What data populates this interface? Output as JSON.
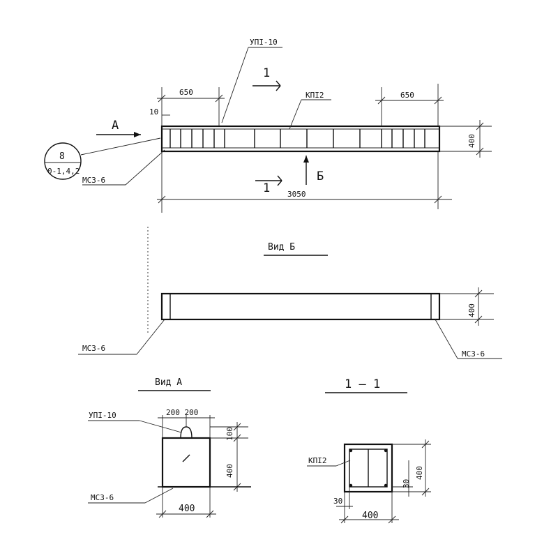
{
  "elevation": {
    "label_upi": "УПI-10",
    "label_kp": "КПI2",
    "label_mc": "МСЗ-6",
    "dim_left": "650",
    "dim_right": "650",
    "dim_total": "3050",
    "dim_height": "400",
    "dim_small": "10",
    "section_mark": "1",
    "view_a_arrow": "А",
    "view_b_arrow": "Б",
    "callout_top": "8",
    "callout_bottom": "0-1,4,2"
  },
  "view_b": {
    "title": "Вид Б",
    "dim_height": "400",
    "label_left": "МСЗ-6",
    "label_right": "МСЗ-6"
  },
  "view_a": {
    "title": "Вид А",
    "label_upi": "УПI-10",
    "dim_top": "200 200",
    "dim_height": "400",
    "dim_small": "100",
    "dim_width": "400",
    "label_mc": "МСЗ-6"
  },
  "section": {
    "title": "1 — 1",
    "label_kp": "КПI2",
    "dim_height": "400",
    "dim_cover_side": "30",
    "dim_cover_bottom": "30",
    "dim_width": "400"
  }
}
